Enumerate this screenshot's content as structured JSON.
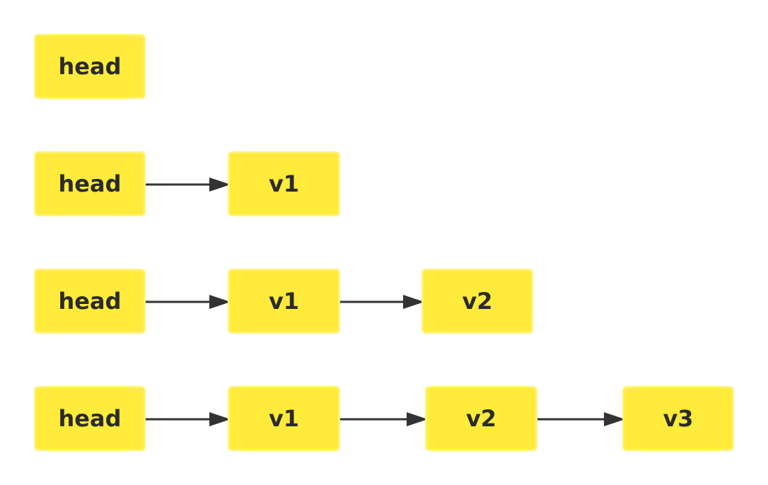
{
  "colors": {
    "node_fill": "#ffeb3b",
    "node_border": "#fff27a",
    "text": "#2b2b2b",
    "arrow": "#333333"
  },
  "rows": [
    {
      "nodes": [
        "head"
      ]
    },
    {
      "nodes": [
        "head",
        "v1"
      ]
    },
    {
      "nodes": [
        "head",
        "v1",
        "v2"
      ]
    },
    {
      "nodes": [
        "head",
        "v1",
        "v2",
        "v3"
      ]
    }
  ]
}
